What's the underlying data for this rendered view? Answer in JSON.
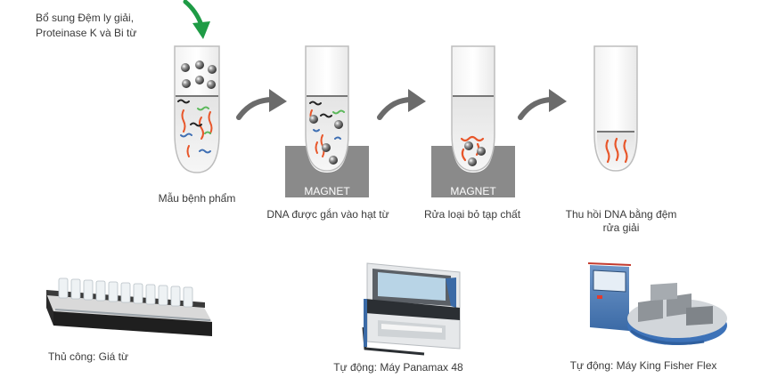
{
  "instruction": {
    "line1": "Bổ sung Đệm ly giải,",
    "line2": "Proteinase K và Bi từ"
  },
  "steps": [
    {
      "label": "Mẫu bệnh phẩm"
    },
    {
      "label": "DNA được gắn vào hạt từ",
      "block_label": "MAGNET"
    },
    {
      "label": "Rửa loại bỏ tạp chất",
      "block_label": "MAGNET"
    },
    {
      "label_line1": "Thu hồi DNA bằng đệm",
      "label_line2": "rửa giải"
    }
  ],
  "equipment": [
    {
      "label": "Thủ công: Giá từ"
    },
    {
      "label": "Tự động: Máy Panamax 48"
    },
    {
      "label": "Tự động: Máy King Fisher Flex"
    }
  ],
  "colors": {
    "arrow_green": "#1e9b45",
    "process_arrow": "#6b6b6b",
    "magnet_block": "#8a8a8a",
    "dna_orange": "#e8562a",
    "dna_green": "#5bb85a",
    "dna_blue": "#3f6fb3",
    "dna_black": "#222222"
  }
}
